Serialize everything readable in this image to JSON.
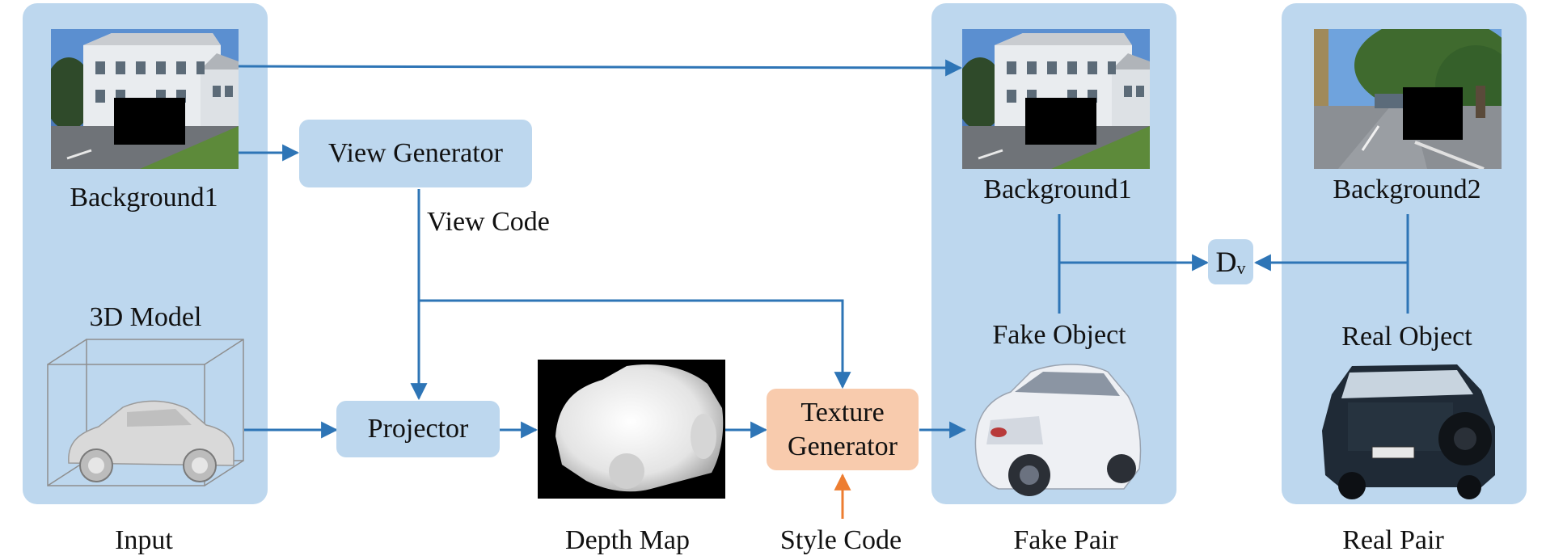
{
  "nodes": {
    "view_generator": "View Generator",
    "projector": "Projector",
    "texture_generator_line1": "Texture",
    "texture_generator_line2": "Generator",
    "discriminator": "D",
    "discriminator_sub": "v"
  },
  "labels": {
    "background1_input": "Background1",
    "model_3d": "3D Model",
    "view_code": "View Code",
    "background1_fake": "Background1",
    "fake_object": "Fake Object",
    "background2": "Background2",
    "real_object": "Real Object"
  },
  "captions": {
    "input": "Input",
    "depth_map": "Depth Map",
    "style_code": "Style Code",
    "fake_pair": "Fake Pair",
    "real_pair": "Real Pair"
  },
  "colors": {
    "panel": "#bdd7ee",
    "node_blue": "#bdd7ee",
    "node_orange": "#f8cbad",
    "arrow_blue": "#2e75b6",
    "arrow_orange": "#ed7d31"
  }
}
